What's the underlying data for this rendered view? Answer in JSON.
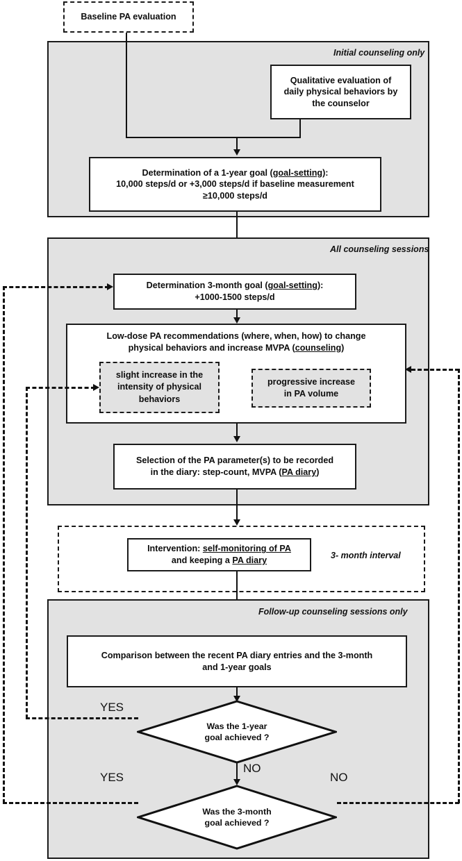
{
  "diagram": {
    "title": "Physical activity counseling intervention flowchart",
    "colors": {
      "panel_fill": "#e2e2e2",
      "box_fill": "#ffffff",
      "stroke": "#111111"
    }
  },
  "baseline": {
    "label": "Baseline PA evaluation"
  },
  "panel_initial": {
    "title": "Initial counseling only",
    "qualitative": {
      "line1": "Qualitative evaluation of",
      "line2": "daily physical behaviors by",
      "line3": "the counselor"
    },
    "one_year_goal": {
      "line1_pre": "Determination of a 1-year goal (",
      "line1_bold": "goal-setting",
      "line1_post": "):",
      "line2": "10,000 steps/d or +3,000 steps/d if baseline measurement",
      "line3": "≥10,000 steps/d"
    }
  },
  "panel_all": {
    "title": "All counseling sessions",
    "three_month_goal": {
      "line1_pre": "Determination 3-month goal (",
      "line1_bold": "goal-setting",
      "line1_post": "):",
      "line2": "+1000-1500 steps/d"
    },
    "recommendations": {
      "line1": "Low-dose PA recommendations (where, when, how) to change",
      "line2_pre": "physical behaviors and increase MVPA (",
      "line2_bold": "counseling",
      "line2_post": ")"
    },
    "intensity_box": {
      "line1": "slight increase in the",
      "line2": "intensity of physical",
      "line3": "behaviors"
    },
    "volume_box": {
      "line1": "progressive increase",
      "line2": "in PA volume"
    },
    "selection": {
      "line1": "Selection of the PA parameter(s) to be recorded",
      "line2_pre": "in the diary: step-count, MVPA (",
      "line2_bold": "PA diary",
      "line2_post": ")"
    }
  },
  "interval_panel": {
    "title": "3- month interval",
    "intervention": {
      "line1_pre": "Intervention: ",
      "line1_bold": "self-monitoring of PA",
      "line2_pre": "and keeping a ",
      "line2_bold": "PA diary"
    }
  },
  "panel_followup": {
    "title": "Follow-up counseling sessions only",
    "comparison": {
      "line1": "Comparison between the recent PA diary entries and the 3-month",
      "line2": "and 1-year goals"
    },
    "decision_one_year": {
      "line1": "Was the 1-year",
      "line2": "goal achieved ?",
      "yes_label": "YES",
      "no_label": "NO"
    },
    "decision_three_month": {
      "line1": "Was the 3-month",
      "line2": "goal achieved ?",
      "yes_label": "YES",
      "no_label": "NO"
    }
  }
}
